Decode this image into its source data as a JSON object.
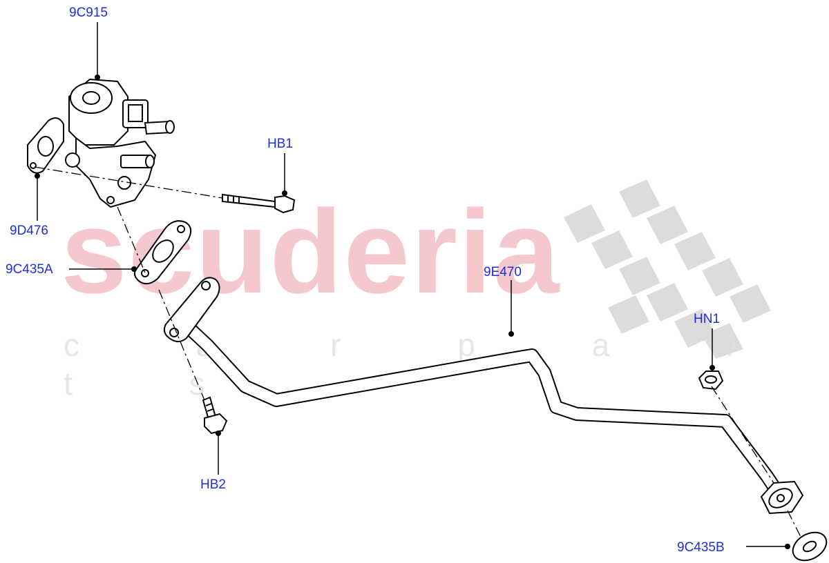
{
  "watermark": {
    "brand": "scuderia",
    "sub": "c a r   p a r t s"
  },
  "callouts": {
    "c9C915": "9C915",
    "cHB1": "HB1",
    "c9D476": "9D476",
    "c9C435A": "9C435A",
    "c9E470": "9E470",
    "cHN1": "HN1",
    "cHB2": "HB2",
    "c9C435B": "9C435B"
  },
  "colors": {
    "callout_text": "#1f2fd6",
    "line_art": "#000000",
    "watermark_text": "#f4c8cc",
    "checker": "#d9d9d9"
  },
  "icons": {
    "valve": "egr-valve-icon",
    "bolt": "bolt-icon",
    "nut": "flange-nut-icon",
    "gasket": "gasket-icon",
    "pipe": "pipe-icon"
  }
}
